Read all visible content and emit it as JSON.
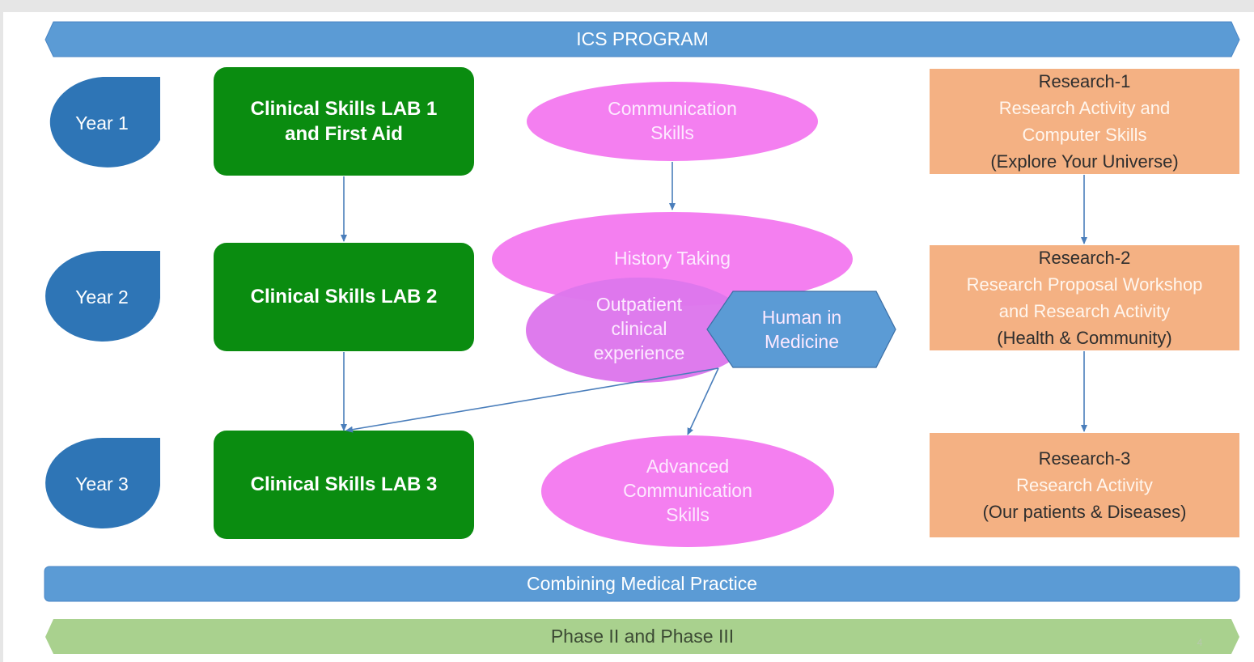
{
  "banners": {
    "top": "ICS PROGRAM",
    "middle": "Combining Medical Practice",
    "bottom": "Phase II and Phase III"
  },
  "years": [
    "Year 1",
    "Year 2",
    "Year 3"
  ],
  "labs": [
    "Clinical Skills LAB 1\nand First Aid",
    "Clinical Skills LAB 2",
    "Clinical Skills LAB 3"
  ],
  "center": {
    "communication": "Communication\nSkills",
    "history": "History Taking",
    "outpatient": "Outpatient\nclinical\nexperience",
    "human": "Human in\nMedicine",
    "advanced": "Advanced\nCommunication\nSkills"
  },
  "research": [
    {
      "title": "Research-1",
      "body": "Research Activity and\nComputer Skills",
      "note": "(Explore Your Universe)"
    },
    {
      "title": "Research-2",
      "body": "Research Proposal Workshop\nand Research Activity",
      "note": "(Health & Community)"
    },
    {
      "title": "Research-3",
      "body": "Research Activity",
      "note": "(Our patients & Diseases)"
    }
  ],
  "page_number": "4",
  "colors": {
    "banner_blue": "#5b9bd5",
    "year_blue": "#2e75b6",
    "lab_green": "#0a8c10",
    "oval_pink": "#f47ff0",
    "oval_purple": "#dd77ec",
    "hexagon_blue": "#5b9bd5",
    "research_orange": "#f4b183",
    "phase_green": "#a9d18e",
    "arrow_blue": "#4a7ebb"
  }
}
